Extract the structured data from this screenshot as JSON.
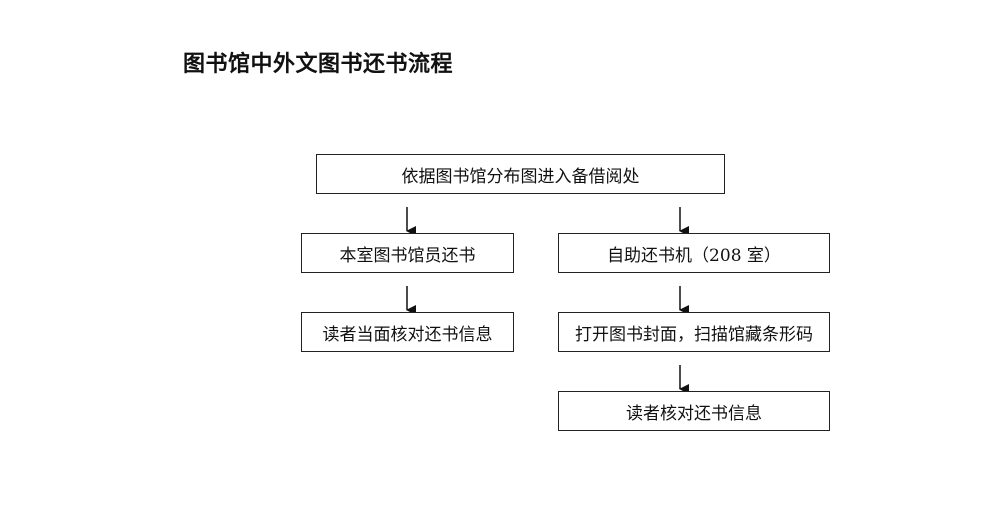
{
  "title": "图书馆中外文图书还书流程",
  "nodes": {
    "start": "依据图书馆分布图进入备借阅处",
    "staff_return": "本室图书馆员还书",
    "self_machine": "自助还书机（208 室）",
    "reader_check_face": "读者当面核对还书信息",
    "scan_barcode": "打开图书封面，扫描馆藏条形码",
    "reader_check": "读者核对还书信息"
  }
}
